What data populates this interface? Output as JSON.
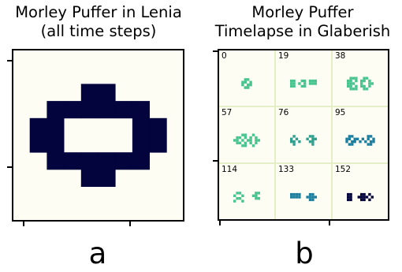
{
  "panel_a": {
    "title_line1": "Morley Puffer in Lenia",
    "title_line2": "(all time steps)",
    "letter": "a",
    "cell_color": "#03033d",
    "background_color": "#fdfdf4",
    "grid": [
      "0000000000",
      "0000000000",
      "0000110000",
      "0011111100",
      "0110000110",
      "0110000110",
      "0011111100",
      "0000110000",
      "0000000000",
      "0000000000"
    ]
  },
  "panel_b": {
    "title_line1": "Morley Puffer",
    "title_line2": "Timelapse in Glaberish",
    "letter": "b",
    "grid_line_color": "#e4eec7",
    "background_color": "#fdfdf4",
    "frames": [
      {
        "step": "0",
        "color": "#48c48e"
      },
      {
        "step": "19",
        "color": "#48c48e"
      },
      {
        "step": "38",
        "color": "#48c48e"
      },
      {
        "step": "57",
        "color": "#48c48e"
      },
      {
        "step": "76",
        "color": "#30a08e"
      },
      {
        "step": "95",
        "color": "#1d7fa0"
      },
      {
        "step": "114",
        "color": "#48c48e"
      },
      {
        "step": "133",
        "color": "#1d7fa0"
      },
      {
        "step": "152",
        "color": "#03033d"
      }
    ]
  }
}
